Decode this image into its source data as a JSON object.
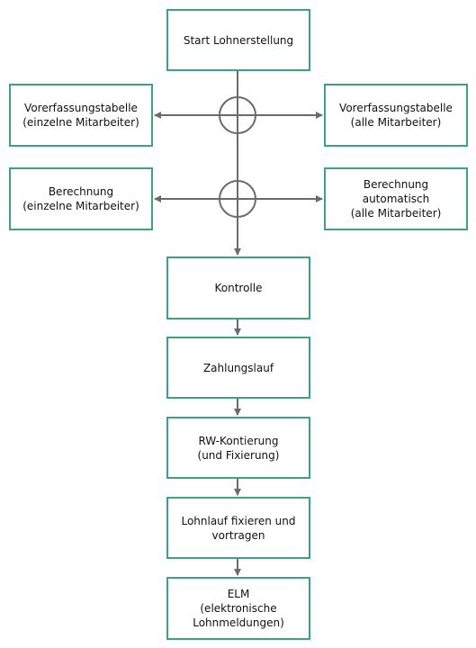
{
  "diagram": {
    "nodes": {
      "start": "Start Lohnerstellung",
      "vorerfassung_einzeln": "Vorerfassungstabelle\n(einzelne Mitarbeiter)",
      "vorerfassung_alle": "Vorerfassungstabelle\n(alle Mitarbeiter)",
      "berechnung_einzeln": "Berechnung\n(einzelne Mitarbeiter)",
      "berechnung_automatisch": "Berechnung\nautomatisch\n(alle Mitarbeiter)",
      "kontrolle": "Kontrolle",
      "zahlungslauf": "Zahlungslauf",
      "rw_kontierung": "RW-Kontierung\n(und Fixierung)",
      "lohnlauf": "Lohnlauf fixieren und\nvortragen",
      "elm": "ELM\n(elektronische\nLohnmeldungen)"
    },
    "edges": [
      {
        "from": "start",
        "to": "junction_1"
      },
      {
        "from": "junction_1",
        "to": "vorerfassung_einzeln"
      },
      {
        "from": "junction_1",
        "to": "vorerfassung_alle"
      },
      {
        "from": "junction_1",
        "to": "junction_2"
      },
      {
        "from": "junction_2",
        "to": "berechnung_einzeln"
      },
      {
        "from": "junction_2",
        "to": "berechnung_automatisch"
      },
      {
        "from": "junction_2",
        "to": "kontrolle"
      },
      {
        "from": "kontrolle",
        "to": "zahlungslauf"
      },
      {
        "from": "zahlungslauf",
        "to": "rw_kontierung"
      },
      {
        "from": "rw_kontierung",
        "to": "lohnlauf"
      },
      {
        "from": "lohnlauf",
        "to": "elm"
      }
    ],
    "junction_symbol": "or-circle",
    "colors": {
      "box_border": "#3da37c",
      "connector": "#6b6b6b",
      "text": "#111111"
    }
  }
}
